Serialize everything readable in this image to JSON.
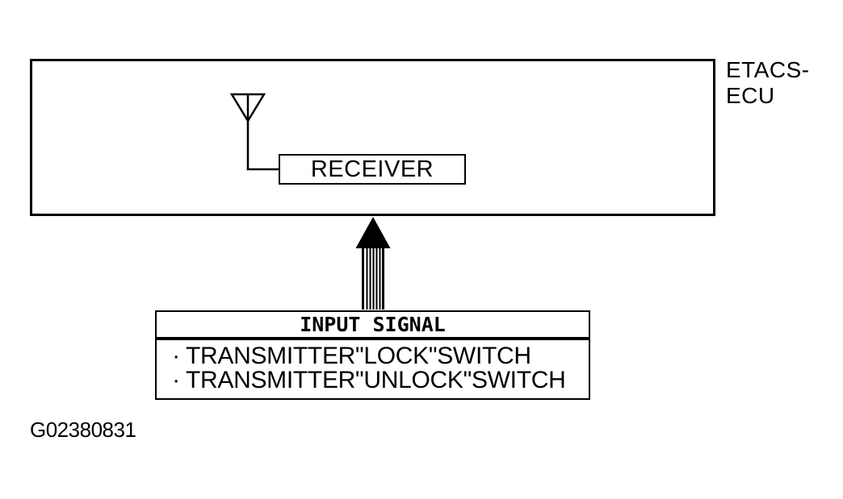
{
  "diagram": {
    "ecu_label_line1": "ETACS-",
    "ecu_label_line2": "ECU",
    "receiver_label": "RECEIVER",
    "input_signal": {
      "header": "INPUT SIGNAL",
      "bullet": "·",
      "items": [
        "TRANSMITTER\"LOCK\"SWITCH",
        "TRANSMITTER\"UNLOCK\"SWITCH"
      ]
    },
    "figure_id": "G02380831",
    "colors": {
      "line": "#000000",
      "background": "#ffffff",
      "arrow_fill": "#000000"
    }
  }
}
